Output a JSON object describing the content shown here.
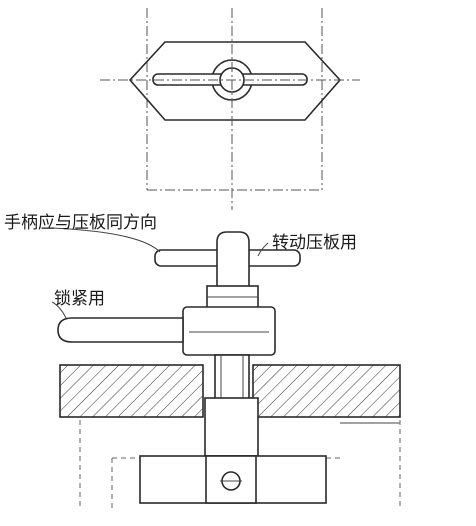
{
  "labels": {
    "handle_direction": "手柄应与压板同方向",
    "rotate_plate": "转动压板用",
    "locking": "锁紧用"
  }
}
